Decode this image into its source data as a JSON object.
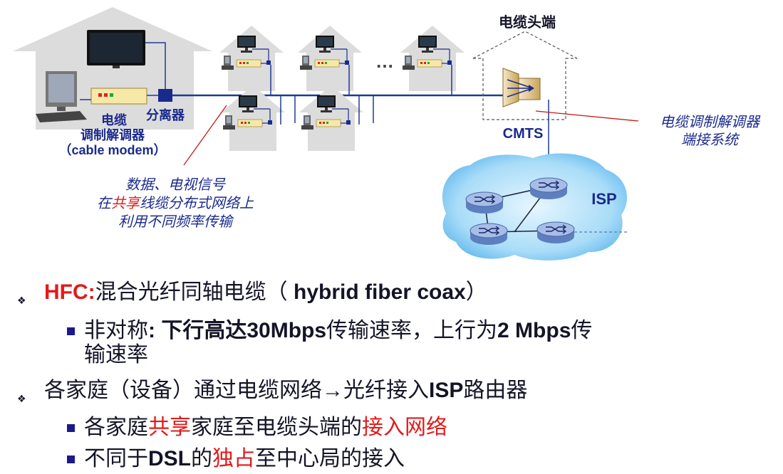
{
  "diagram": {
    "cable_headend_label": "电缆头端",
    "splitter_label": "分离器",
    "modem_label_1": "电缆",
    "modem_label_2": "调制解调器",
    "modem_label_3": "（cable modem）",
    "cmts_label": "CMTS",
    "cmts_desc_1": "电缆调制解调器",
    "cmts_desc_2": "端接系统",
    "isp_label": "ISP",
    "ellipsis": "…",
    "annotation_1": "数据、电视信号",
    "annotation_2_pre": "在",
    "annotation_2_highlight": "共享",
    "annotation_2_post": "线缆分布式网络上",
    "annotation_3": "利用不同频率传输"
  },
  "bullets": {
    "b1_bold": "HFC:",
    "b1_text": "混合光纤同轴电缆（ ",
    "b1_en": "hybrid fiber coax",
    "b1_end": "）",
    "b1_sub_a": "非对称",
    "b1_sub_b": ": 下行高达",
    "b1_sub_c": "30Mbps",
    "b1_sub_d": "传输速率，上行为",
    "b1_sub_e": "2 Mbps",
    "b1_sub_f": "传",
    "b1_sub_g": "输速率",
    "b2_a": "各家庭（设备）通过电缆网络→光纤接入",
    "b2_b": "ISP",
    "b2_c": "路由器",
    "b2_sub1_a": "各家庭",
    "b2_sub1_b": "共享",
    "b2_sub1_c": "家庭至电缆头端的",
    "b2_sub1_d": "接入网络",
    "b2_sub2_a": "不同于",
    "b2_sub2_b": "DSL",
    "b2_sub2_c": "的",
    "b2_sub2_d": "独占",
    "b2_sub2_e": "至中心局的接入",
    "bullet_glyph": "❖"
  },
  "colors": {
    "accent_red": "#e21a1a",
    "text_navy": "#141428",
    "bullet_blue": "#1a1a8c",
    "house_gray": "#dcdcdc",
    "cable_blue": "#1f3a93"
  }
}
